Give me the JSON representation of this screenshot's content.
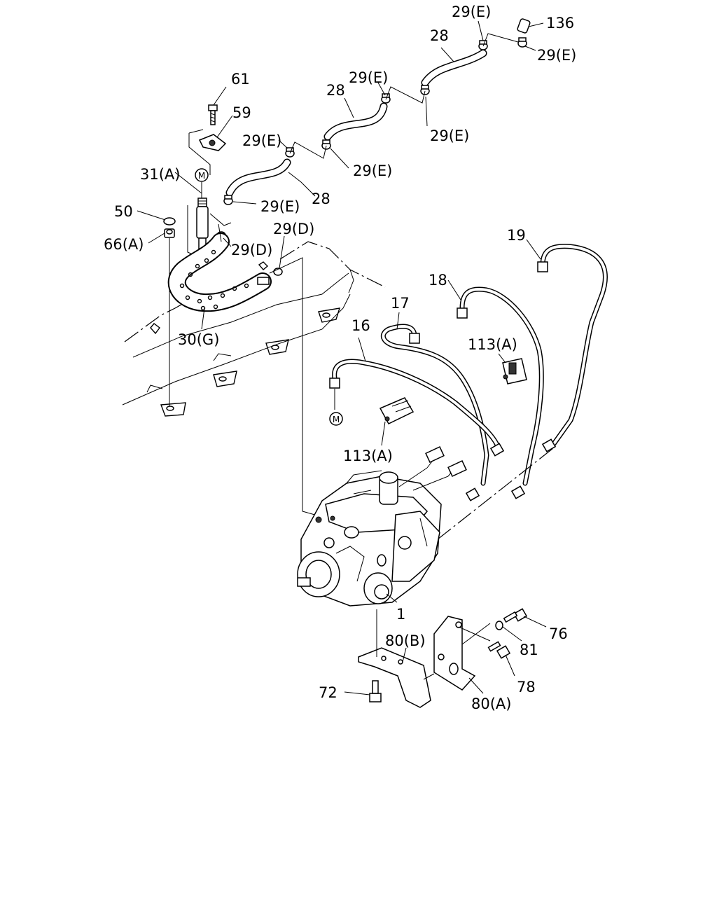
{
  "labels": {
    "l136": "136",
    "l29e_1": "29(E)",
    "l29e_2": "29(E)",
    "l28_1": "28",
    "l29e_3": "29(E)",
    "l28_2": "28",
    "l29e_4": "29(E)",
    "l61": "61",
    "l59": "59",
    "l29e_5": "29(E)",
    "l29e_6": "29(E)",
    "l31a": "31(A)",
    "l28_3": "28",
    "l29e_7": "29(E)",
    "l50": "50",
    "l66a": "66(A)",
    "l29d_1": "29(D)",
    "l29d_2": "29(D)",
    "l19": "19",
    "l18": "18",
    "l17": "17",
    "l16": "16",
    "l30g": "30(G)",
    "l113a_1": "113(A)",
    "l113a_2": "113(A)",
    "l1": "1",
    "l76": "76",
    "l80b": "80(B)",
    "l81": "81",
    "l78": "78",
    "l72": "72",
    "l80a": "80(A)",
    "m1": "M",
    "m2": "M"
  }
}
